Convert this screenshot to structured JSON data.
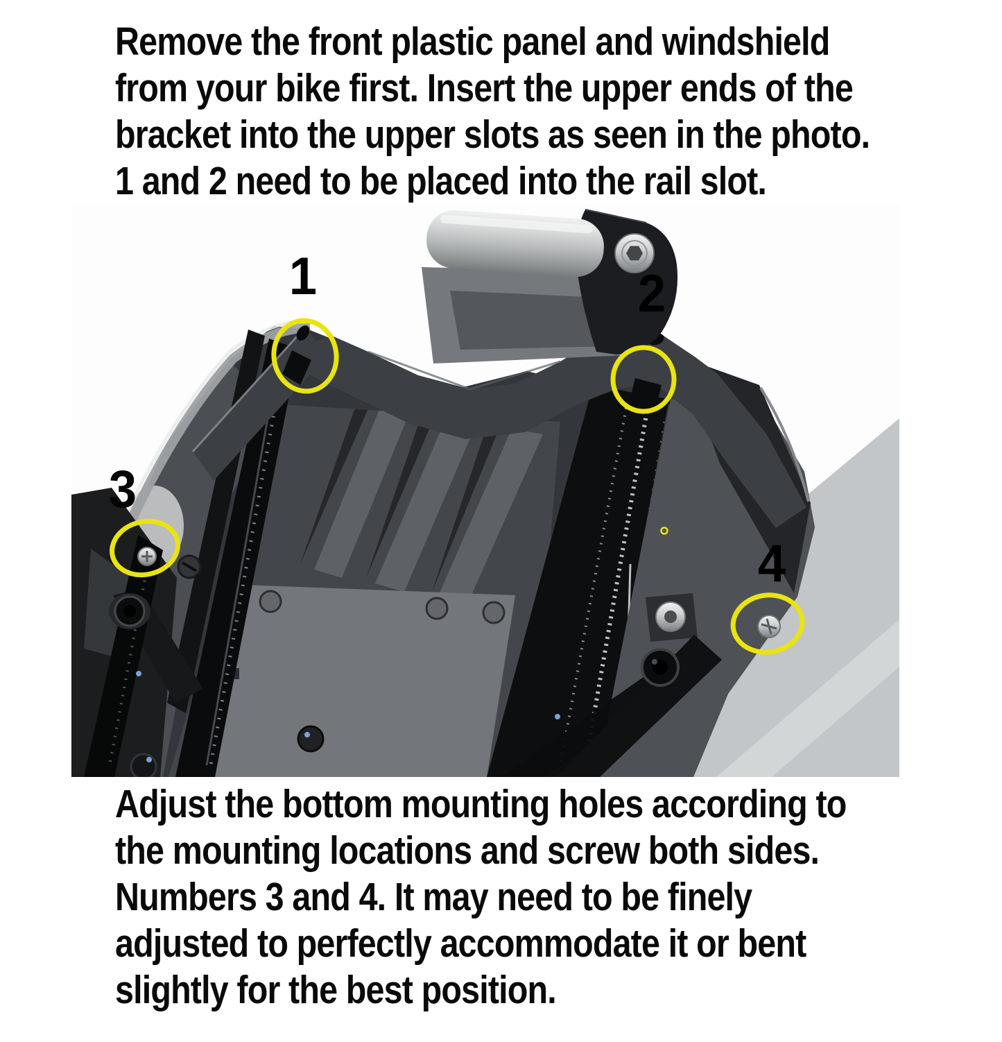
{
  "page": {
    "background_color": "#ffffff",
    "text_color": "#0a0a0a"
  },
  "instructions": {
    "top_lines": [
      "Remove the front plastic panel and windshield",
      "from your bike first. Insert the upper ends of the",
      "bracket into the upper slots as seen in the photo.",
      "1 and 2 need to be placed into the rail slot."
    ],
    "bottom_lines": [
      "Adjust the bottom mounting holes according to",
      "the mounting locations and screw both sides.",
      "Numbers 3 and 4. It may need to be finely",
      "adjusted to perfectly accommodate it or bent",
      "slightly for the best position."
    ]
  },
  "photo": {
    "alt": "Motorcycle front cowl with windshield removed and GPS mount bracket ends inserted into the rail slots",
    "callouts": [
      {
        "label": "1"
      },
      {
        "label": "2"
      },
      {
        "label": "3"
      },
      {
        "label": "4"
      }
    ],
    "colors": {
      "callout_ring": "#e9e410",
      "callout_number": "#000000"
    }
  }
}
